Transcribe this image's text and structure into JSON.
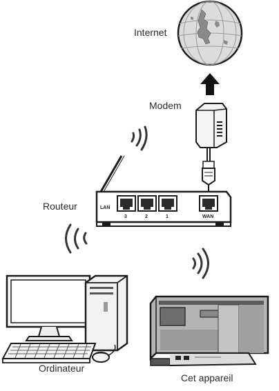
{
  "labels": {
    "internet": "Internet",
    "modem": "Modem",
    "router": "Routeur",
    "computer": "Ordinateur",
    "device": "Cet appareil"
  },
  "router": {
    "lan_label": "LAN",
    "wan_label": "WAN",
    "lan_ports": [
      "3",
      "2",
      "1"
    ]
  },
  "colors": {
    "line": "#1a1a1a",
    "globe": "#d9d9d9",
    "device_body": "#a6a6a6",
    "screen": "#6e6e6e"
  },
  "icons": [
    "globe-icon",
    "arrow-up-icon",
    "modem-icon",
    "router-icon",
    "computer-icon",
    "audio-system-icon",
    "wifi-waves-icon"
  ]
}
